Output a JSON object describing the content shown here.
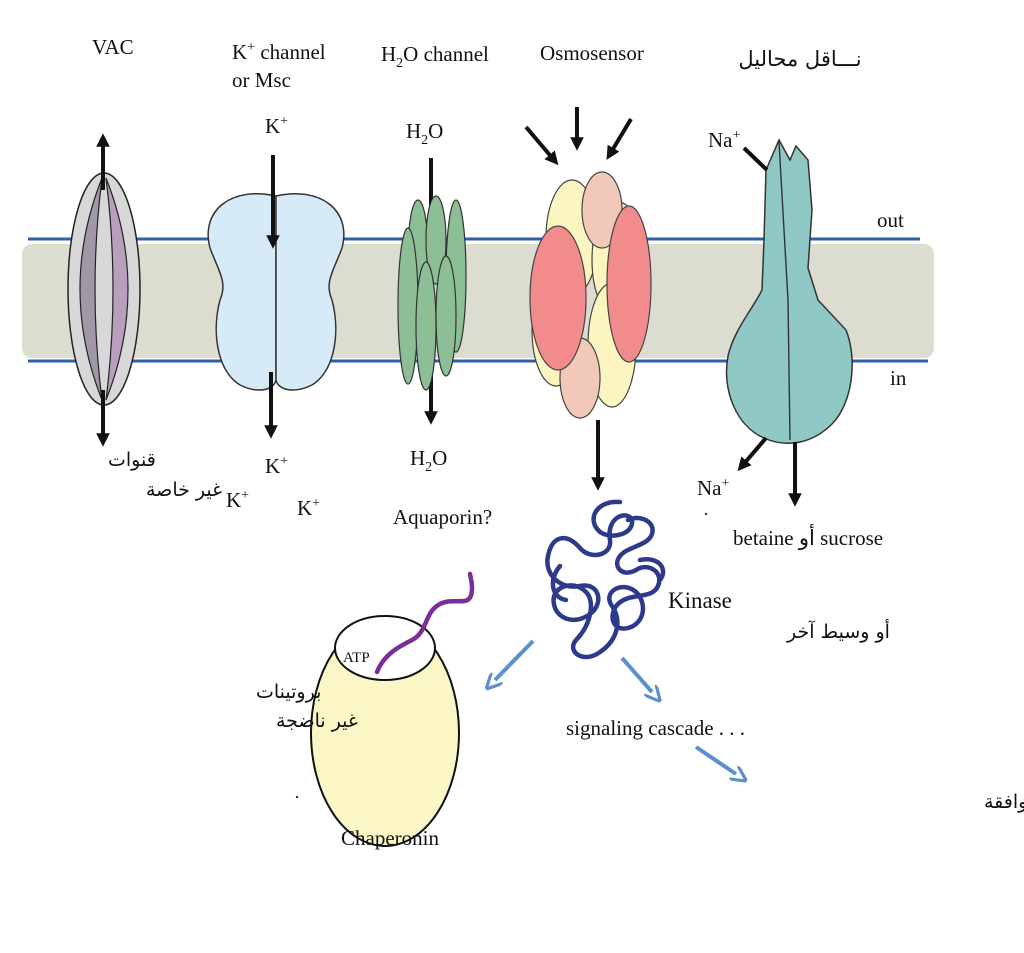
{
  "labels": {
    "vac": "VAC",
    "k_channel_line1": "K",
    "k_channel_sup": "+",
    "k_channel_rest": " channel",
    "k_channel_line2": "or Msc",
    "h2o_channel_a": "H",
    "h2o_channel_sub": "2",
    "h2o_channel_b": "O channel",
    "osmosensor": "Osmosensor",
    "transporter_ar": "نـــاقل محاليل",
    "out": "out",
    "in": "in",
    "k_top": "K",
    "k_sup": "+",
    "h2o_h": "H",
    "h2o_sub": "2",
    "h2o_o": "O",
    "na_top": "Na",
    "na_sup": "+",
    "channels_ar_1": "قنوات",
    "channels_ar_2": "غير خاصة",
    "k_bottom_1": "K",
    "k_bottom_2": "K",
    "k_bottom_3": "K",
    "h2o_bottom_h": "H",
    "h2o_bottom_o": "O",
    "aquaporin": "Aquaporin?",
    "na_bottom": "Na",
    "betaine_sucrose": "betaine أو  sucrose",
    "kinase": "Kinase",
    "kinase_ar": "أو وسيط آخر",
    "atp": "ATP",
    "proteins_ar_1": "بروتينات",
    "proteins_ar_2": "غير ناضجة",
    "signaling": "signaling cascade . . .",
    "chaperonin": "Chaperonin",
    "solutes_ar": "تكوين المحاليل المتوافقة"
  },
  "colors": {
    "membrane": "#dcdcd0",
    "membrane_line": "#2e5fa8",
    "vac_outer": "#d8d8d8",
    "vac_left": "#a098a8",
    "vac_right": "#b8a0bc",
    "k_channel": "#d6eaf8",
    "aquaporin": "#8cbf96",
    "osmo_yellow": "#fdf5c0",
    "osmo_peach": "#f2c8b8",
    "osmo_red": "#f28c8c",
    "transporter": "#8fc8c4",
    "kinase": "#2d3a8c",
    "chaperonin": "#fbf6c6",
    "chain": "#7a2e96",
    "blue_arrow": "#5b8fcf"
  }
}
